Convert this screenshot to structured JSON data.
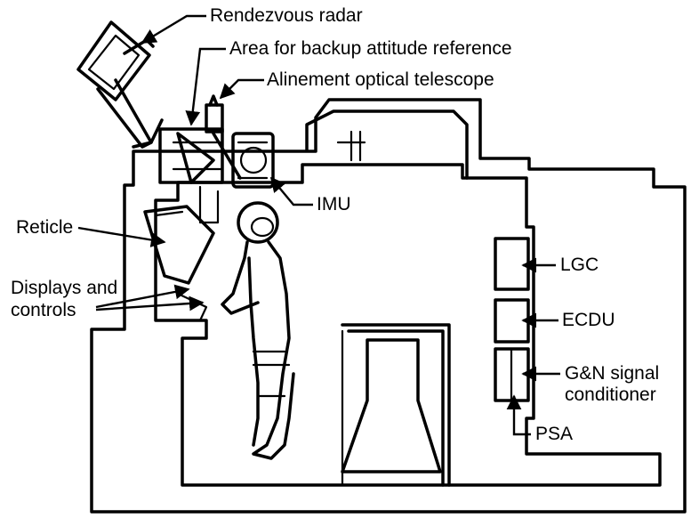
{
  "labels": {
    "rendezvous_radar": "Rendezvous radar",
    "backup_attitude": "Area for backup attitude reference",
    "alignment_telescope": "Alinement optical telescope",
    "imu": "IMU",
    "reticle": "Reticle",
    "displays_line1": "Displays and",
    "displays_line2": "controls",
    "lgc": "LGC",
    "ecdu": "ECDU",
    "gn_line1": "G&N signal",
    "gn_line2": "conditioner",
    "psa": "PSA"
  },
  "colors": {
    "line": "#000000",
    "background": "#ffffff"
  }
}
